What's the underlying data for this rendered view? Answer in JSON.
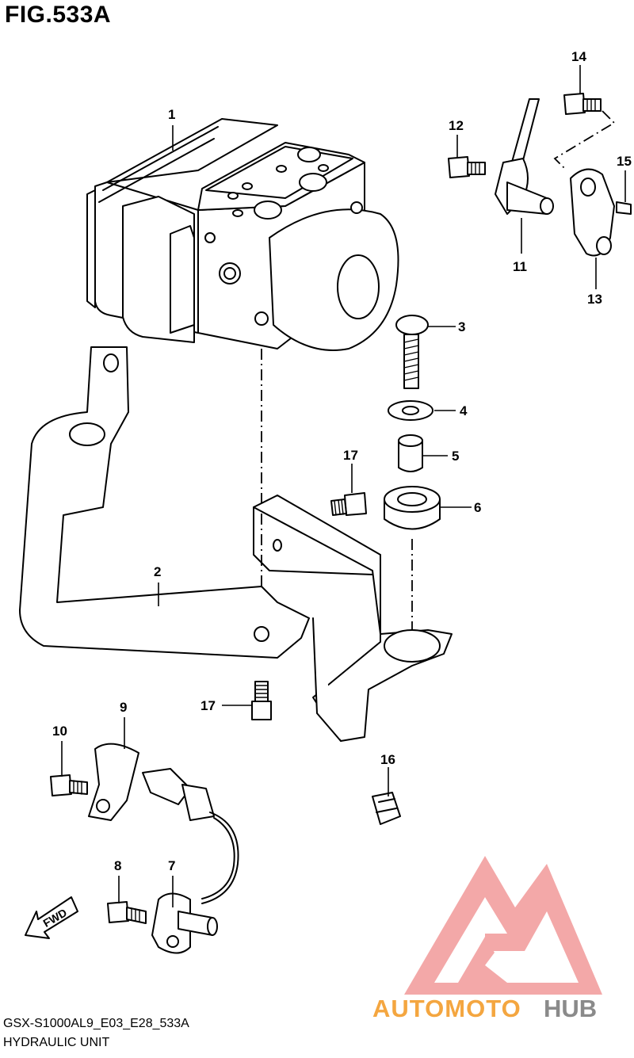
{
  "figure": {
    "title": "FIG.533A",
    "model_code": "GSX-S1000AL9_E03_E28_533A",
    "section_name": "HYDRAULIC UNIT"
  },
  "callouts": [
    {
      "id": "1"
    },
    {
      "id": "2"
    },
    {
      "id": "3"
    },
    {
      "id": "4"
    },
    {
      "id": "5"
    },
    {
      "id": "6"
    },
    {
      "id": "7"
    },
    {
      "id": "8"
    },
    {
      "id": "9"
    },
    {
      "id": "10"
    },
    {
      "id": "11"
    },
    {
      "id": "12"
    },
    {
      "id": "13"
    },
    {
      "id": "14"
    },
    {
      "id": "15"
    },
    {
      "id": "16"
    },
    {
      "id": "17a",
      "label": "17"
    },
    {
      "id": "17b",
      "label": "17"
    }
  ],
  "direction_arrow": {
    "label": "FWD"
  },
  "watermark": {
    "text_part1": "AUTOMOTO",
    "text_part2": "HUB",
    "color_primary": "#f4a640",
    "color_secondary": "#8a8a8a",
    "logo_color": "#f08080"
  }
}
